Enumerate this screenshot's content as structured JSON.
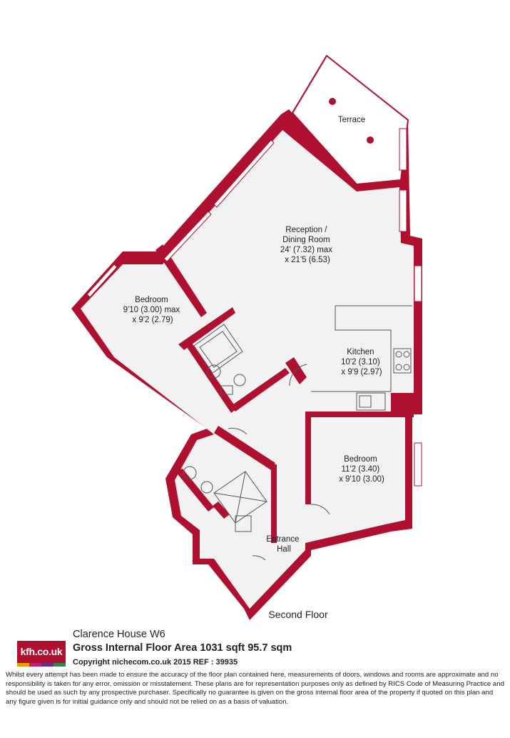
{
  "plan": {
    "floor_label": "Second Floor",
    "rooms": [
      {
        "id": "terrace",
        "lines": [
          "Terrace"
        ]
      },
      {
        "id": "reception",
        "lines": [
          "Reception /",
          "Dining Room",
          "24' (7.32) max",
          "x 21'5 (6.53)"
        ]
      },
      {
        "id": "bedroom1",
        "lines": [
          "Bedroom",
          "9'10 (3.00) max",
          "x 9'2 (2.79)"
        ]
      },
      {
        "id": "kitchen",
        "lines": [
          "Kitchen",
          "10'2 (3.10)",
          "x 9'9 (2.97)"
        ]
      },
      {
        "id": "bedroom2",
        "lines": [
          "Bedroom",
          "11'2 (3.40)",
          "x 9'10 (3.00)"
        ]
      },
      {
        "id": "hall",
        "lines": [
          "Entrance",
          "Hall"
        ]
      }
    ],
    "colors": {
      "wall": "#b01030",
      "floor": "#f3f2f2",
      "fixture": "#555555",
      "terrace": "#ffffff"
    }
  },
  "footer": {
    "logo_text": "kfh.co.uk",
    "logo_stripes": [
      "#e8a000",
      "#c02070",
      "#6a2a8a",
      "#2a8a4a"
    ],
    "property_title": "Clarence House W6",
    "area_line": "Gross Internal Floor Area 1031 sqft 95.7 sqm",
    "copyright": "Copyright nichecom.co.uk 2015 REF : 39935",
    "disclaimer": "Whilst every attempt has been made to ensure the accuracy of the floor plan contained here, measurements of doors, windows and rooms are approximate and no responsibility is taken for any error, omission or misstatement.  These plans are for representation purposes only as defined by RICS Code of Measuring Practice and should be used as such by any prospective purchaser.  Specifically no guarantee is given on the gross internal floor area of the property if quoted on this plan and any figure given is for initial guidance only and should not be relied on as a basis of valuation."
  }
}
